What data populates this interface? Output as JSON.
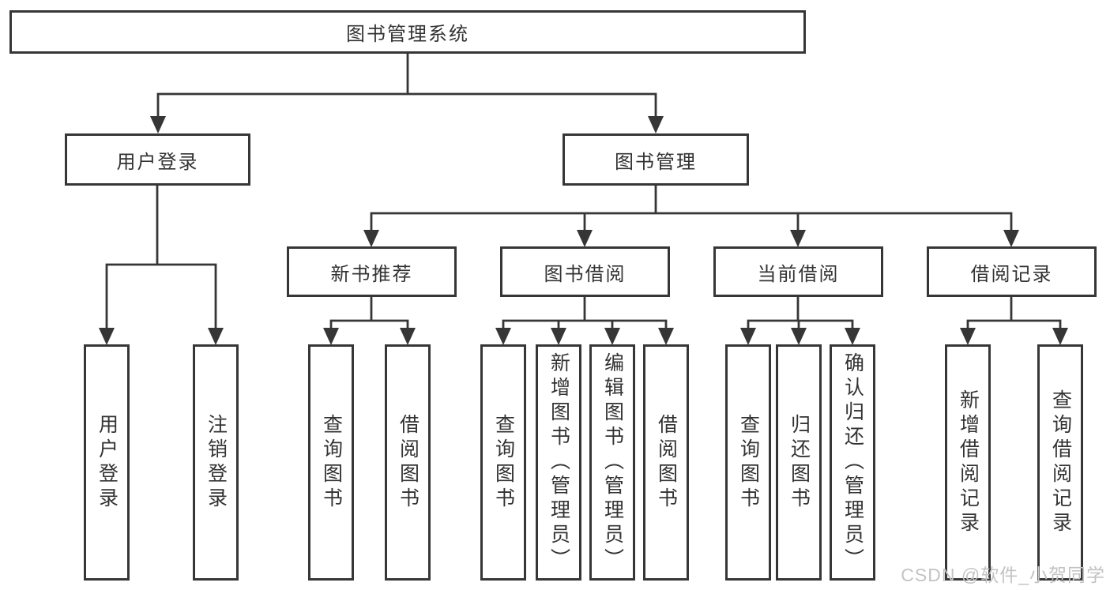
{
  "diagram": {
    "colors": {
      "line": "#333333",
      "text": "#333333",
      "box_background": "#ffffff",
      "watermark": "#c3c3c3"
    },
    "nodes": {
      "root": "图书管理系统",
      "user_login": "用户登录",
      "book_mgmt": "图书管理",
      "new_book": "新书推荐",
      "book_borrow": "图书借阅",
      "current_borrow": "当前借阅",
      "borrow_record": "借阅记录",
      "leaf_user_login": "用户登录",
      "leaf_logout": "注销登录",
      "leaf_nb_query": "查询图书",
      "leaf_nb_borrow": "借阅图书",
      "leaf_bb_query": "查询图书",
      "leaf_bb_add": "新增图书（管理员）",
      "leaf_bb_edit": "编辑图书（管理员）",
      "leaf_bb_borrow": "借阅图书",
      "leaf_cb_query": "查询图书",
      "leaf_cb_return": "归还图书",
      "leaf_cb_confirm": "确认归还（管理员）",
      "leaf_br_add": "新增借阅记录",
      "leaf_br_query": "查询借阅记录"
    },
    "watermark": "CSDN @软件_小贺同学"
  }
}
